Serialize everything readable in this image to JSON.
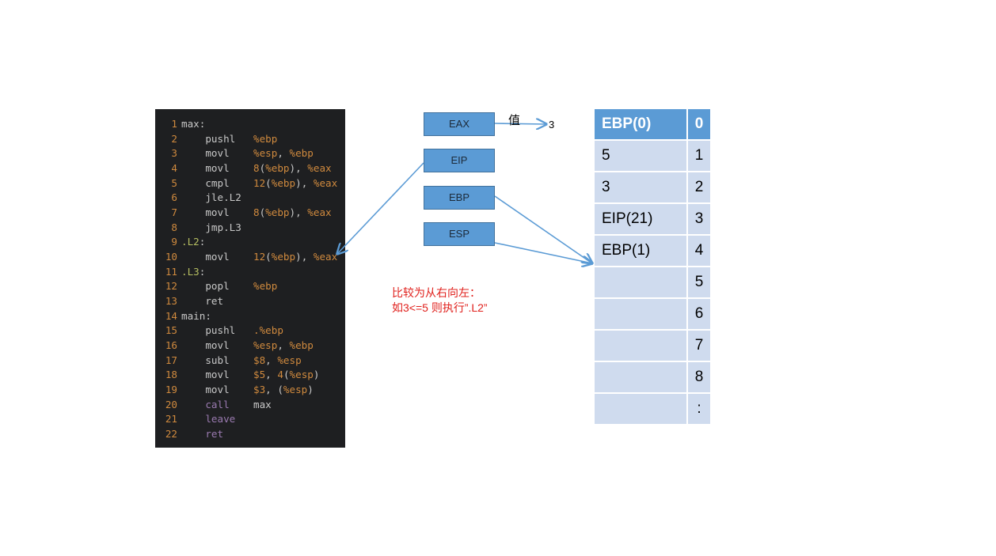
{
  "code_lines": [
    {
      "n": "1",
      "tokens": [
        {
          "t": "max:",
          "c": "default"
        }
      ]
    },
    {
      "n": "2",
      "tokens": [
        {
          "t": "    pushl   ",
          "c": "instr"
        },
        {
          "t": "%ebp",
          "c": "reg"
        }
      ]
    },
    {
      "n": "3",
      "tokens": [
        {
          "t": "    movl    ",
          "c": "instr"
        },
        {
          "t": "%esp",
          "c": "reg"
        },
        {
          "t": ", ",
          "c": "default"
        },
        {
          "t": "%ebp",
          "c": "reg"
        }
      ]
    },
    {
      "n": "4",
      "tokens": [
        {
          "t": "    movl    ",
          "c": "instr"
        },
        {
          "t": "8",
          "c": "num"
        },
        {
          "t": "(",
          "c": "default"
        },
        {
          "t": "%ebp",
          "c": "reg"
        },
        {
          "t": "), ",
          "c": "default"
        },
        {
          "t": "%eax",
          "c": "reg"
        }
      ]
    },
    {
      "n": "5",
      "tokens": [
        {
          "t": "    cmpl    ",
          "c": "instr"
        },
        {
          "t": "12",
          "c": "num"
        },
        {
          "t": "(",
          "c": "default"
        },
        {
          "t": "%ebp",
          "c": "reg"
        },
        {
          "t": "), ",
          "c": "default"
        },
        {
          "t": "%eax",
          "c": "reg"
        }
      ]
    },
    {
      "n": "6",
      "tokens": [
        {
          "t": "    jle.L2",
          "c": "instr"
        }
      ]
    },
    {
      "n": "7",
      "tokens": [
        {
          "t": "    movl    ",
          "c": "instr"
        },
        {
          "t": "8",
          "c": "num"
        },
        {
          "t": "(",
          "c": "default"
        },
        {
          "t": "%ebp",
          "c": "reg"
        },
        {
          "t": "), ",
          "c": "default"
        },
        {
          "t": "%eax",
          "c": "reg"
        }
      ]
    },
    {
      "n": "8",
      "tokens": [
        {
          "t": "    jmp.L3",
          "c": "instr"
        }
      ]
    },
    {
      "n": "9",
      "tokens": [
        {
          "t": ".L2",
          "c": "label"
        },
        {
          "t": ":",
          "c": "default"
        }
      ]
    },
    {
      "n": "10",
      "tokens": [
        {
          "t": "    movl    ",
          "c": "instr"
        },
        {
          "t": "12",
          "c": "num"
        },
        {
          "t": "(",
          "c": "default"
        },
        {
          "t": "%ebp",
          "c": "reg"
        },
        {
          "t": "), ",
          "c": "default"
        },
        {
          "t": "%eax",
          "c": "reg"
        }
      ]
    },
    {
      "n": "11",
      "tokens": [
        {
          "t": ".L3",
          "c": "label"
        },
        {
          "t": ":",
          "c": "default"
        }
      ]
    },
    {
      "n": "12",
      "tokens": [
        {
          "t": "    popl    ",
          "c": "instr"
        },
        {
          "t": "%ebp",
          "c": "reg"
        }
      ]
    },
    {
      "n": "13",
      "tokens": [
        {
          "t": "    ret",
          "c": "instr"
        }
      ]
    },
    {
      "n": "14",
      "tokens": [
        {
          "t": "main:",
          "c": "default"
        }
      ]
    },
    {
      "n": "15",
      "tokens": [
        {
          "t": "    pushl   ",
          "c": "instr"
        },
        {
          "t": ".%ebp",
          "c": "reg"
        }
      ]
    },
    {
      "n": "16",
      "tokens": [
        {
          "t": "    movl    ",
          "c": "instr"
        },
        {
          "t": "%esp",
          "c": "reg"
        },
        {
          "t": ", ",
          "c": "default"
        },
        {
          "t": "%ebp",
          "c": "reg"
        }
      ]
    },
    {
      "n": "17",
      "tokens": [
        {
          "t": "    subl    ",
          "c": "instr"
        },
        {
          "t": "$8",
          "c": "num"
        },
        {
          "t": ", ",
          "c": "default"
        },
        {
          "t": "%esp",
          "c": "reg"
        }
      ]
    },
    {
      "n": "18",
      "tokens": [
        {
          "t": "    movl    ",
          "c": "instr"
        },
        {
          "t": "$5",
          "c": "num"
        },
        {
          "t": ", ",
          "c": "default"
        },
        {
          "t": "4",
          "c": "num"
        },
        {
          "t": "(",
          "c": "default"
        },
        {
          "t": "%esp",
          "c": "reg"
        },
        {
          "t": ")",
          "c": "default"
        }
      ]
    },
    {
      "n": "19",
      "tokens": [
        {
          "t": "    movl    ",
          "c": "instr"
        },
        {
          "t": "$3",
          "c": "num"
        },
        {
          "t": ", (",
          "c": "default"
        },
        {
          "t": "%esp",
          "c": "reg"
        },
        {
          "t": ")",
          "c": "default"
        }
      ]
    },
    {
      "n": "20",
      "tokens": [
        {
          "t": "    call    ",
          "c": "kw"
        },
        {
          "t": "max",
          "c": "default"
        }
      ]
    },
    {
      "n": "21",
      "tokens": [
        {
          "t": "    leave",
          "c": "kw"
        }
      ]
    },
    {
      "n": "22",
      "tokens": [
        {
          "t": "    ret",
          "c": "kw"
        }
      ]
    }
  ],
  "registers": {
    "eax": "EAX",
    "eip": "EIP",
    "ebp": "EBP",
    "esp": "ESP"
  },
  "eax_arrow_label": "值",
  "eax_value": "3",
  "note": {
    "line1": "比较为从右向左：",
    "line2": "如3<=5 则执行”.L2”"
  },
  "stack_rows": [
    {
      "value": "EBP(0)",
      "index": "0"
    },
    {
      "value": "5",
      "index": "1"
    },
    {
      "value": "3",
      "index": "2"
    },
    {
      "value": "EIP(21)",
      "index": "3"
    },
    {
      "value": "EBP(1)",
      "index": "4"
    },
    {
      "value": "",
      "index": "5"
    },
    {
      "value": "",
      "index": "6"
    },
    {
      "value": "",
      "index": "7"
    },
    {
      "value": "",
      "index": "8"
    },
    {
      "value": "",
      "index": ":"
    }
  ],
  "colors": {
    "box_fill": "#5b9bd5",
    "box_border": "#41719c",
    "arrow": "#5b9bd5",
    "code_bg": "#1e1f21",
    "note_text": "#e0201c",
    "table_light": "#cfdbee"
  }
}
